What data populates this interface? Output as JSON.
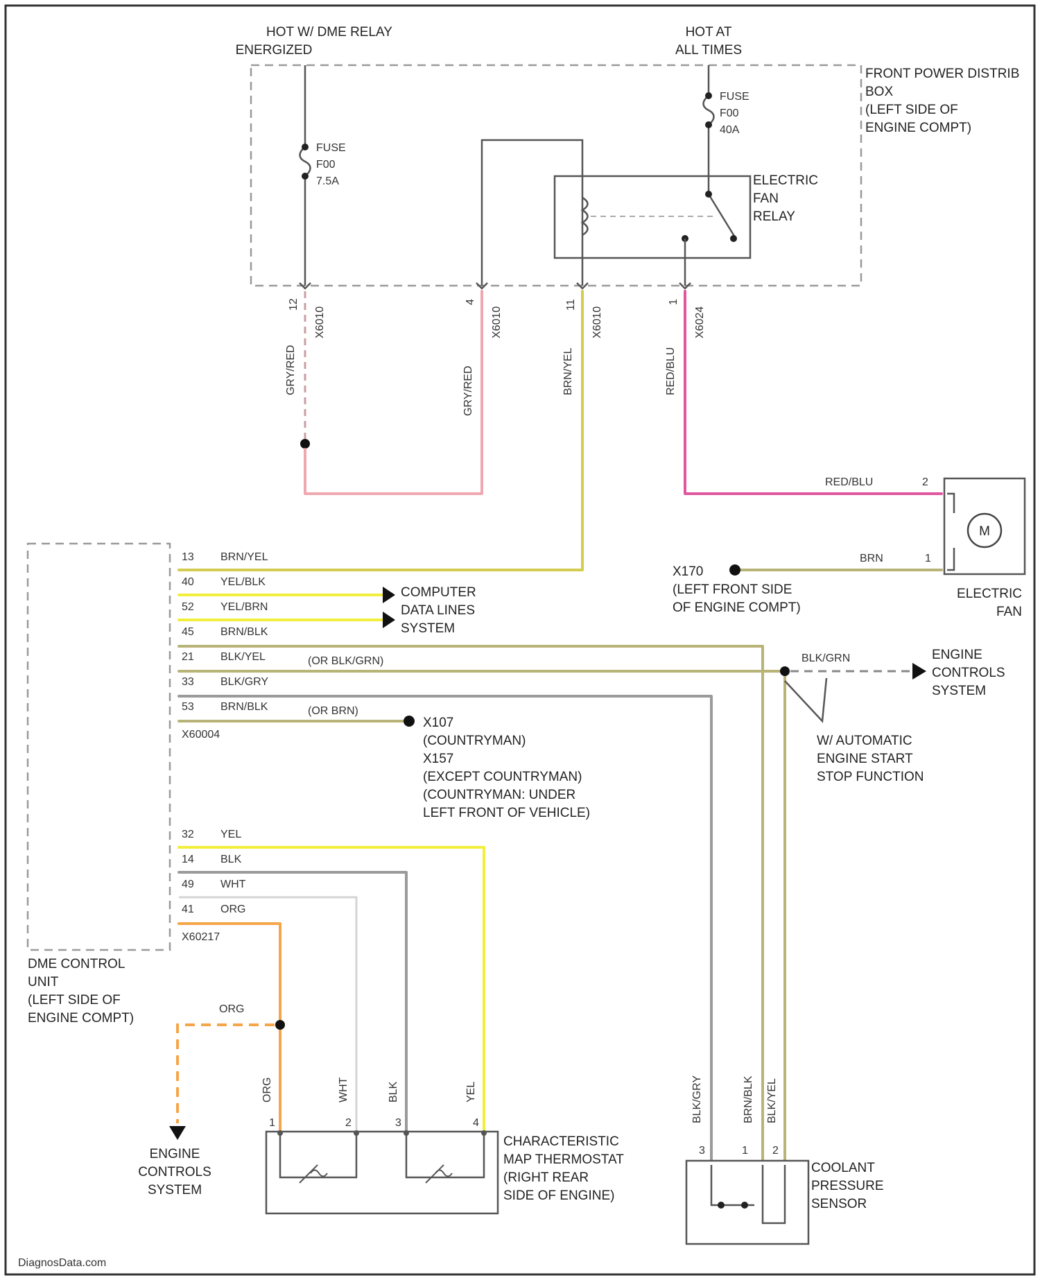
{
  "colors": {
    "gry_red": "#f0a8b0",
    "red_blu": "#e0579e",
    "brn_yel": "#d4cc4e",
    "yellow": "#f2ee3c",
    "olive": "#b8b478",
    "grey": "#9a9a9a",
    "orange": "#f5a54a",
    "black": "#111111"
  },
  "power": {
    "hot_dme_1": "HOT W/ DME RELAY",
    "hot_dme_2": "ENERGIZED",
    "hot_always_1": "HOT AT",
    "hot_always_2": "ALL TIMES"
  },
  "fpdb": {
    "l1": "FRONT POWER DISTRIB",
    "l2": "BOX",
    "l3": "(LEFT SIDE OF",
    "l4": "ENGINE COMPT)"
  },
  "fuse1": {
    "l1": "FUSE",
    "l2": "F00",
    "l3": "7.5A"
  },
  "fuse2": {
    "l1": "FUSE",
    "l2": "F00",
    "l3": "40A"
  },
  "relay": {
    "l1": "ELECTRIC",
    "l2": "FAN",
    "l3": "RELAY"
  },
  "pins": {
    "p12": "12",
    "c12": "X6010",
    "p4": "4",
    "c4": "X6010",
    "p11": "11",
    "c11": "X6010",
    "p1": "1",
    "c1": "X6024"
  },
  "vwires": {
    "gryred1": "GRY/RED",
    "gryred2": "GRY/RED",
    "brnyel": "BRN/YEL",
    "redblu": "RED/BLU"
  },
  "fan": {
    "wire_top": "RED/BLU",
    "pin_top": "2",
    "wire_bot": "BRN",
    "pin_bot": "1",
    "motor": "M",
    "l1": "ELECTRIC",
    "l2": "FAN",
    "ground": "X170",
    "ground_l1": "(LEFT FRONT SIDE",
    "ground_l2": "OF ENGINE COMPT)"
  },
  "dme_upper": {
    "pins": [
      {
        "num": "13",
        "wire": "BRN/YEL"
      },
      {
        "num": "40",
        "wire": "YEL/BLK"
      },
      {
        "num": "52",
        "wire": "YEL/BRN"
      },
      {
        "num": "45",
        "wire": "BRN/BLK"
      },
      {
        "num": "21",
        "wire": "BLK/YEL"
      },
      {
        "num": "33",
        "wire": "BLK/GRY"
      },
      {
        "num": "53",
        "wire": "BRN/BLK"
      }
    ],
    "connector": "X60004",
    "or_note_1": "(OR BLK/GRN)",
    "or_note_2": "(OR BRN)"
  },
  "computer": {
    "l1": "COMPUTER",
    "l2": "DATA LINES",
    "l3": "SYSTEM"
  },
  "engine_ctrl_right": {
    "wire": "BLK/GRN",
    "l1": "ENGINE",
    "l2": "CONTROLS",
    "l3": "SYSTEM"
  },
  "auto_stop": {
    "l1": "W/ AUTOMATIC",
    "l2": "ENGINE START",
    "l3": "STOP FUNCTION"
  },
  "ground_x107": {
    "l1": "X107",
    "l2": "(COUNTRYMAN)",
    "l3": "X157",
    "l4": "(EXCEPT COUNTRYMAN)",
    "l5": "(COUNTRYMAN: UNDER",
    "l6": "LEFT FRONT OF VEHICLE)"
  },
  "dme_lower": {
    "pins": [
      {
        "num": "32",
        "wire": "YEL"
      },
      {
        "num": "14",
        "wire": "BLK"
      },
      {
        "num": "49",
        "wire": "WHT"
      },
      {
        "num": "41",
        "wire": "ORG"
      }
    ],
    "connector": "X60217"
  },
  "dme": {
    "l1": "DME CONTROL",
    "l2": "UNIT",
    "l3": "(LEFT SIDE OF",
    "l4": "ENGINE COMPT)"
  },
  "org_branch": {
    "wire": "ORG"
  },
  "engine_ctrl_left": {
    "l1": "ENGINE",
    "l2": "CONTROLS",
    "l3": "SYSTEM"
  },
  "thermostat": {
    "w_org": "ORG",
    "w_wht": "WHT",
    "w_blk": "BLK",
    "w_yel": "YEL",
    "p1": "1",
    "p2": "2",
    "p3": "3",
    "p4": "4",
    "l1": "CHARACTERISTIC",
    "l2": "MAP THERMOSTAT",
    "l3": "(RIGHT REAR",
    "l4": "SIDE OF ENGINE)"
  },
  "coolant": {
    "w1": "BLK/GRY",
    "w2": "BRN/BLK",
    "w3": "BLK/YEL",
    "p1": "3",
    "p2": "1",
    "p3": "2",
    "l1": "COOLANT",
    "l2": "PRESSURE",
    "l3": "SENSOR"
  },
  "watermark": "DiagnosData.com"
}
